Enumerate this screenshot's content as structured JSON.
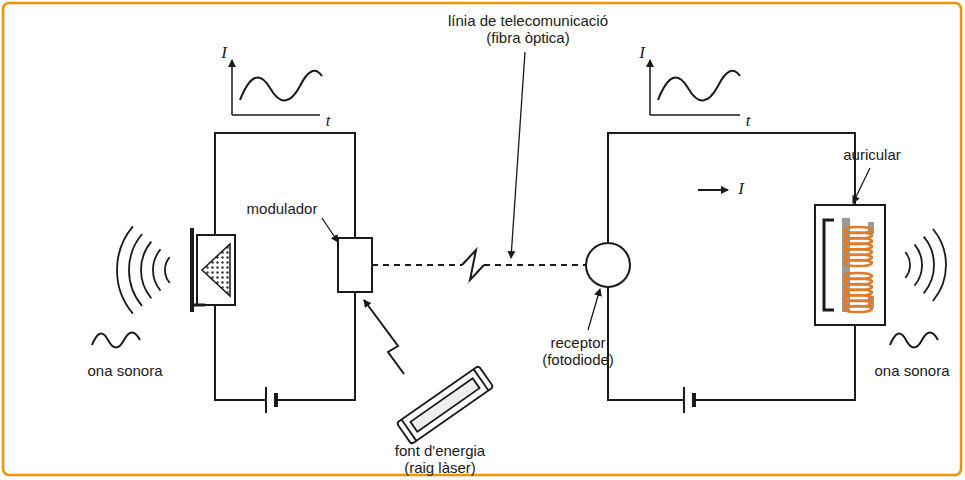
{
  "diagram": {
    "labels": [
      "I",
      "t",
      "I",
      "t",
      "línia de telecomunicació (fibra òptica)",
      "modulador",
      "ona sonora",
      "font d'energia (raig làser)",
      "receptor (fotodiode)",
      "I",
      "auricular",
      "ona sonora"
    ]
  }
}
